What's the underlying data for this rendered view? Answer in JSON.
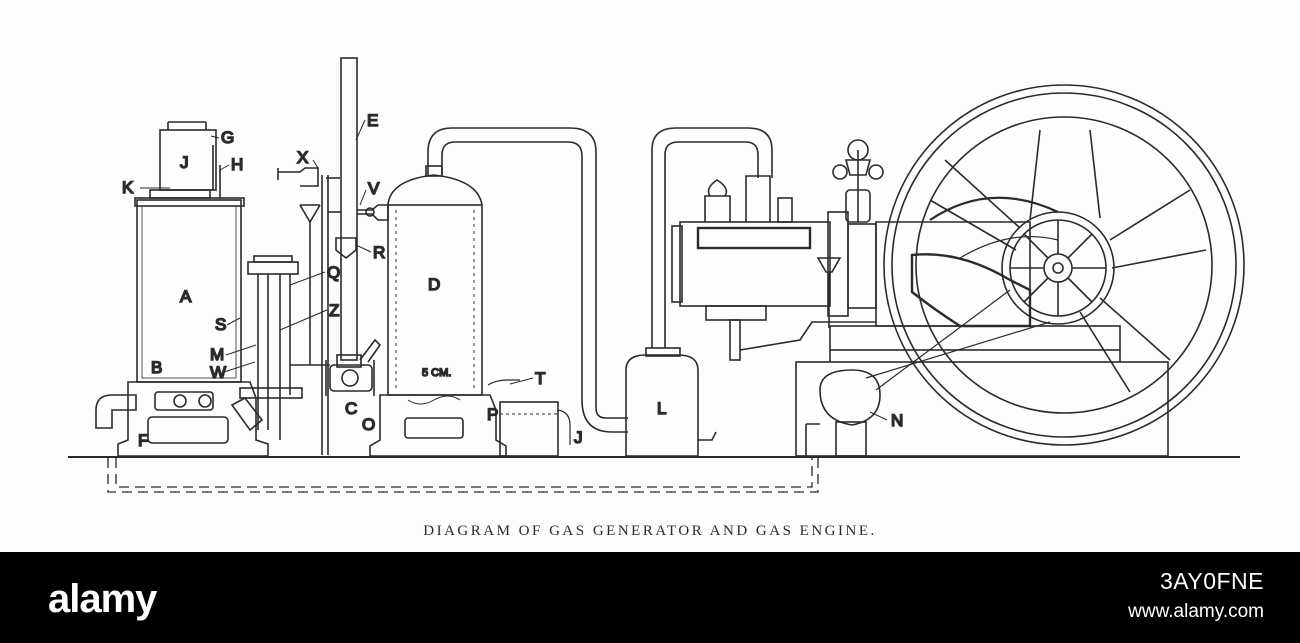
{
  "diagram": {
    "caption": "DIAGRAM OF GAS GENERATOR AND GAS ENGINE.",
    "labels": {
      "A": "A",
      "B": "B",
      "C": "C",
      "D": "D",
      "E": "E",
      "F": "F",
      "G": "G",
      "H": "H",
      "J_top": "J",
      "J_bottom": "J",
      "K": "K",
      "L": "L",
      "M": "M",
      "N": "N",
      "O": "O",
      "P": "P",
      "Q": "Q",
      "R": "R",
      "S": "S",
      "T": "T",
      "V": "V",
      "W": "W",
      "X": "X",
      "Z": "Z",
      "scale": "5 CM."
    },
    "line_color": "#2b2b2b"
  },
  "watermark": {
    "logo_text": "alamy",
    "image_id": "3AY0FNE",
    "url": "www.alamy.com"
  }
}
